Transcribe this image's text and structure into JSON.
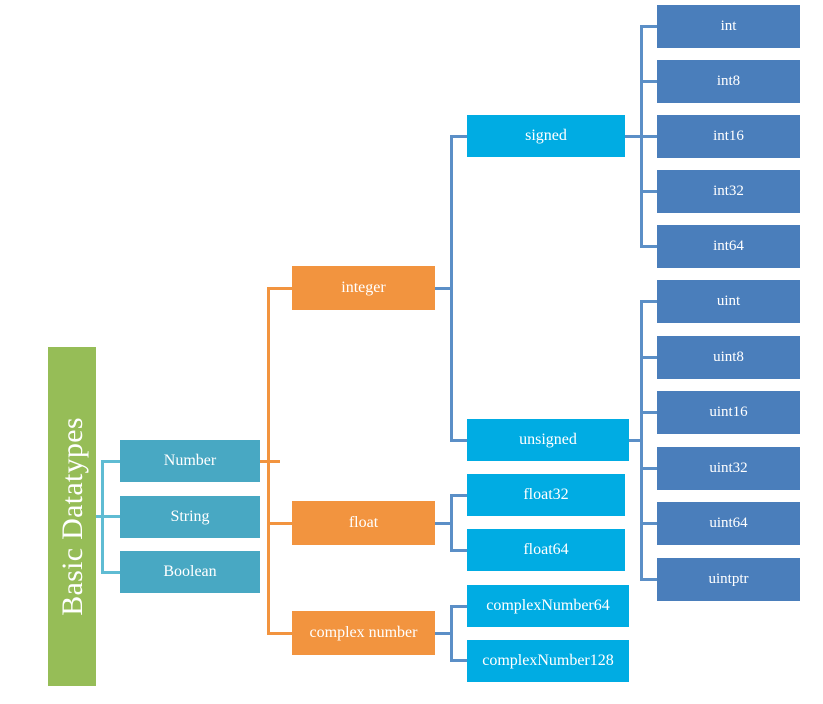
{
  "diagram": {
    "title": "Basic Datatypes",
    "type": "hierarchy-tree",
    "orientation": "left-to-right",
    "colors": {
      "root": "#96bd57",
      "level1": "#48a8c3",
      "level2": "#f2943f",
      "level3": "#00ace3",
      "level4": "#4a7ebb",
      "connector_teal": "#5fbcd3",
      "connector_orange": "#f2943f",
      "connector_blue": "#5b8fc7",
      "background": "#ffffff",
      "text": "#ffffff"
    }
  },
  "root": {
    "label": "Basic Datatypes"
  },
  "level1": [
    {
      "label": "Number"
    },
    {
      "label": "String"
    },
    {
      "label": "Boolean"
    }
  ],
  "level2": [
    {
      "label": "integer"
    },
    {
      "label": "float"
    },
    {
      "label": "complex number"
    }
  ],
  "level3": [
    {
      "label": "signed"
    },
    {
      "label": "unsigned"
    },
    {
      "label": "float32"
    },
    {
      "label": "float64"
    },
    {
      "label": "complexNumber64"
    },
    {
      "label": "complexNumber128"
    }
  ],
  "level4_signed": [
    {
      "label": "int"
    },
    {
      "label": "int8"
    },
    {
      "label": "int16"
    },
    {
      "label": "int32"
    },
    {
      "label": "int64"
    }
  ],
  "level4_unsigned": [
    {
      "label": "uint"
    },
    {
      "label": "uint8"
    },
    {
      "label": "uint16"
    },
    {
      "label": "uint32"
    },
    {
      "label": "uint64"
    },
    {
      "label": "uintptr"
    }
  ]
}
